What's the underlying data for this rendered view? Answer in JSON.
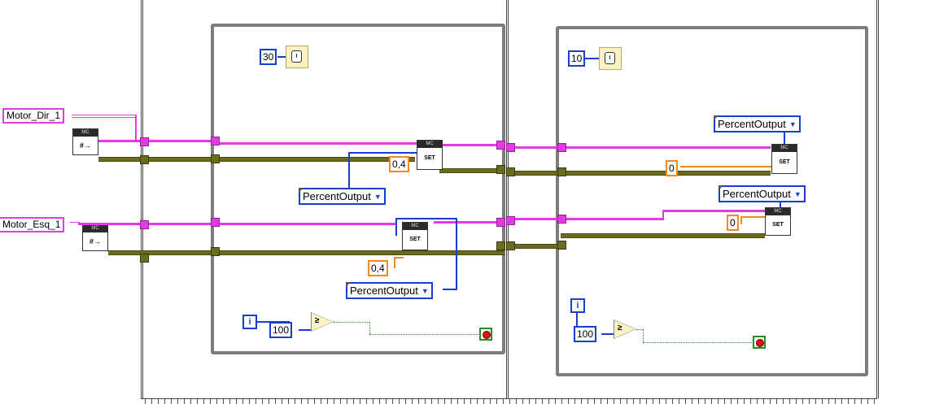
{
  "labels": {
    "motor_dir": "Motor_Dir_1",
    "motor_esq": "Motor_Esq_1"
  },
  "nodes": {
    "mc_header": "MC",
    "set_label": "SET",
    "ref_symbol": "#→"
  },
  "frame1": {
    "wait_ms": "30",
    "const_dir": "0,4",
    "const_esq": "0,4",
    "ring_dir": "PercentOutput",
    "ring_esq": "PercentOutput",
    "iter_label": "i",
    "limit": "100",
    "compare_symbol": "≥"
  },
  "frame2": {
    "wait_ms": "10",
    "const_dir": "0",
    "const_esq": "0",
    "ring_dir": "PercentOutput",
    "ring_esq": "PercentOutput",
    "iter_label": "i",
    "limit": "100",
    "compare_symbol": "≥"
  },
  "colors": {
    "refnum_wire": "#e23be3",
    "error_wire": "#6b6b20",
    "numeric_wire": "#f08a1c",
    "enum_wire": "#1a3fd0",
    "boolean_wire": "#2a8a2a",
    "loop_border": "#7d7d7d"
  }
}
